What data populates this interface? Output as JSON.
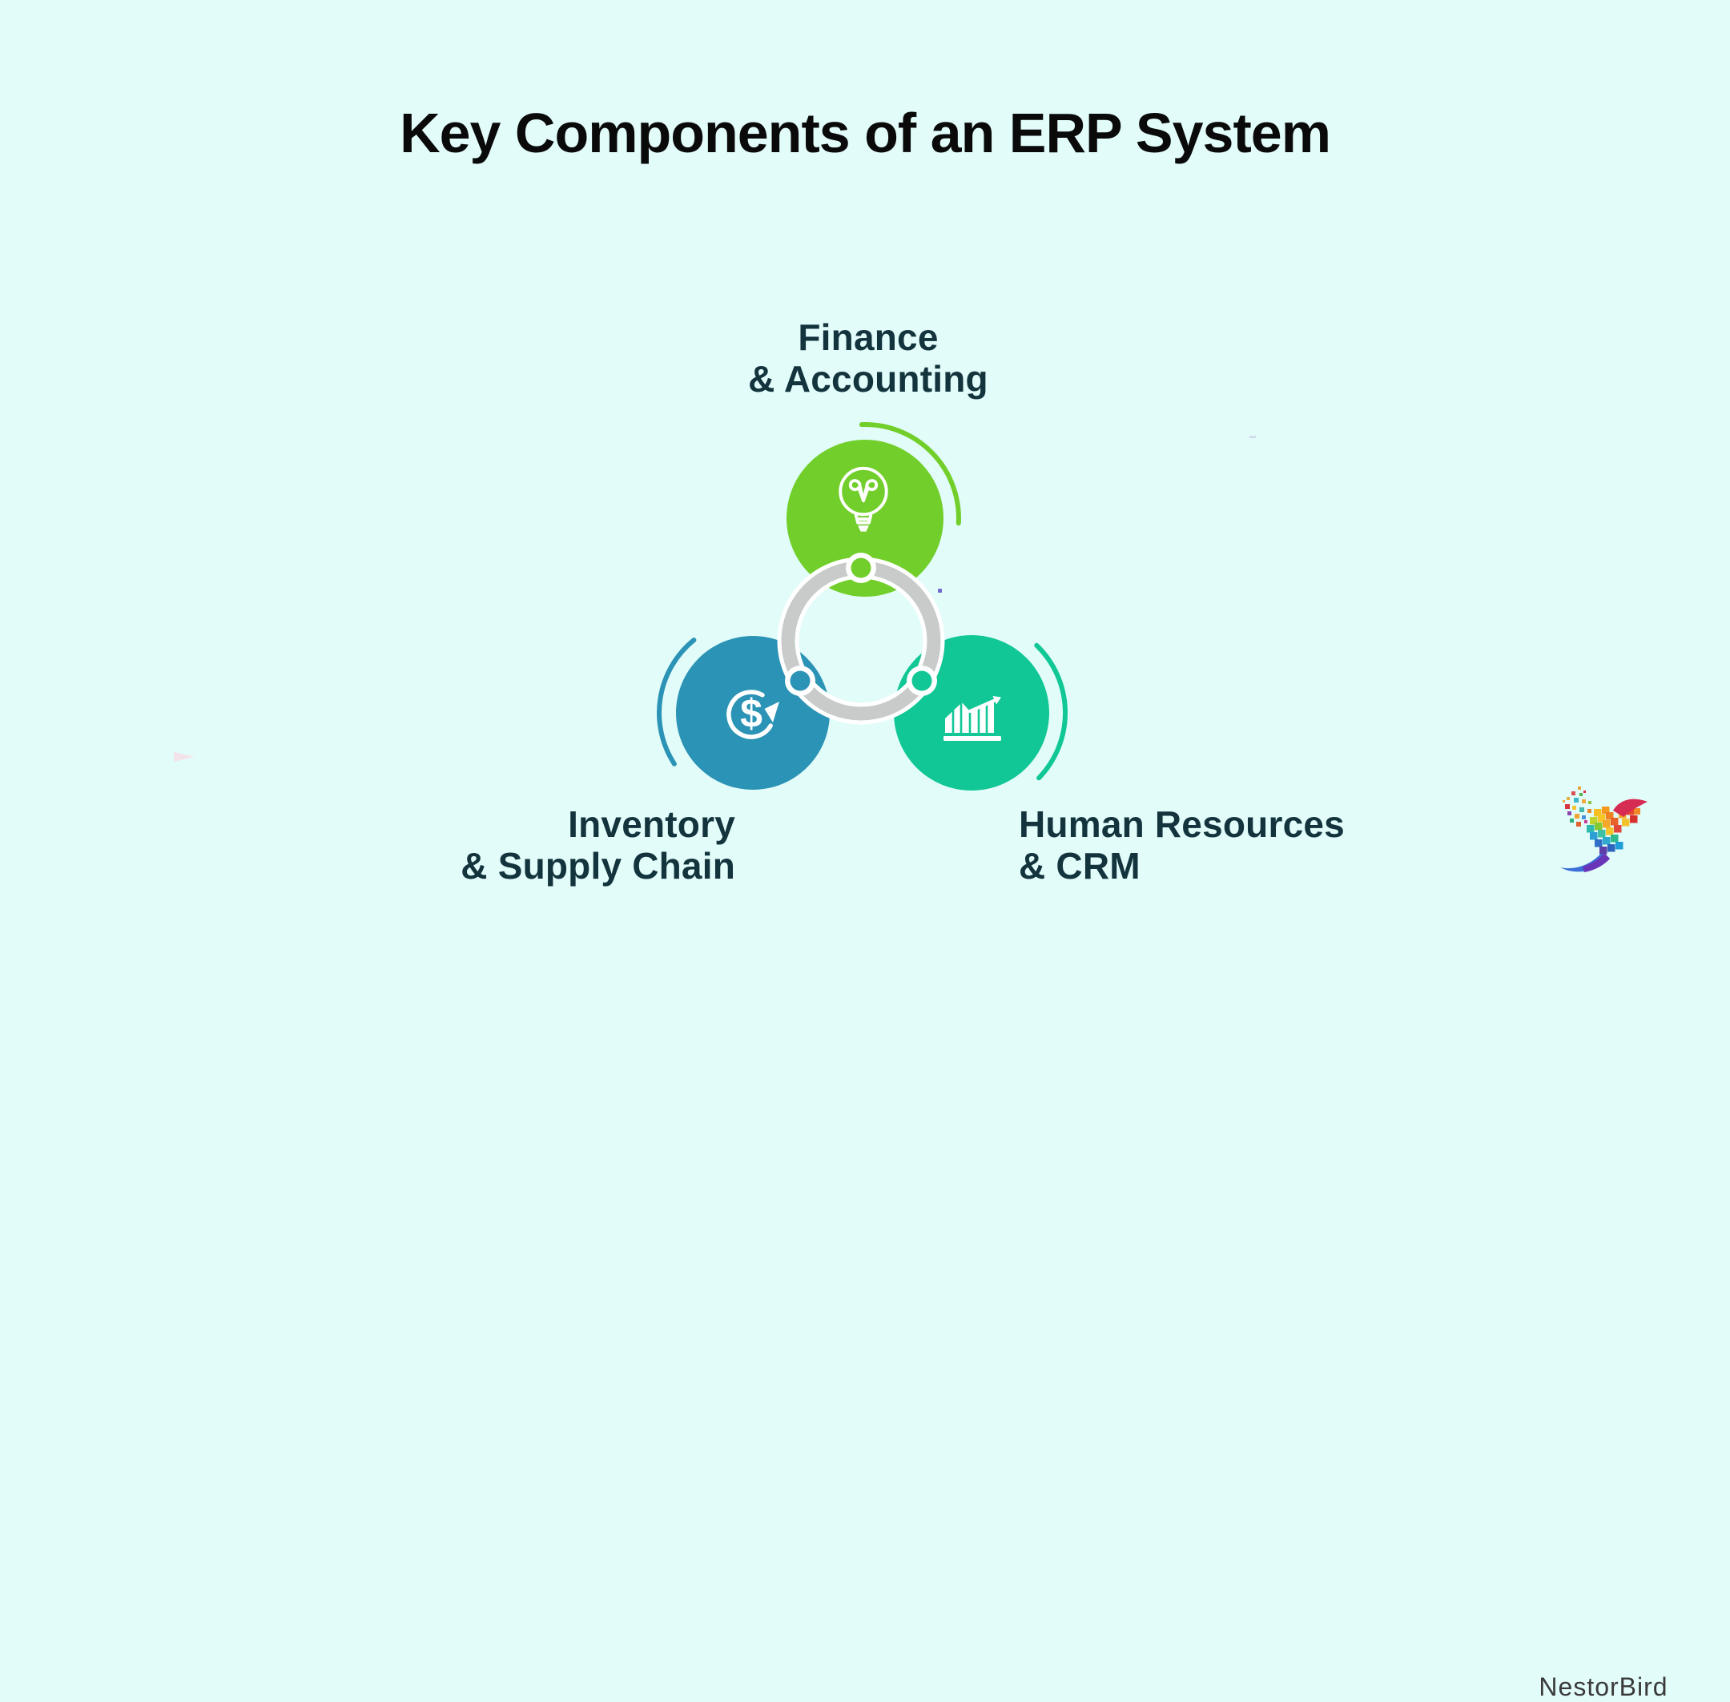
{
  "title": "Key Components of an ERP System",
  "colors": {
    "background": "#E2FCFA",
    "title": "#0A0A0A",
    "label": "#13333D",
    "ring": "#C9CBCB",
    "icon": "#FFFFFF"
  },
  "diagram": {
    "nodes": [
      {
        "name": "finance-accounting",
        "label_line1": "Finance",
        "label_line2": "& Accounting",
        "color": "#72CF2B",
        "icon": "lightbulb-icon"
      },
      {
        "name": "inventory-supply-chain",
        "label_line1": "Inventory",
        "label_line2": "& Supply Chain",
        "color": "#2B93B5",
        "icon": "currency-cycle-icon"
      },
      {
        "name": "human-resources-crm",
        "label_line1": "Human Resources",
        "label_line2": "& CRM",
        "color": "#10C795",
        "icon": "growth-chart-icon"
      }
    ],
    "currency_symbol": "$"
  },
  "branding": {
    "logo_text": "NestorBird",
    "logo_icon": "pixel-bird-logo"
  }
}
